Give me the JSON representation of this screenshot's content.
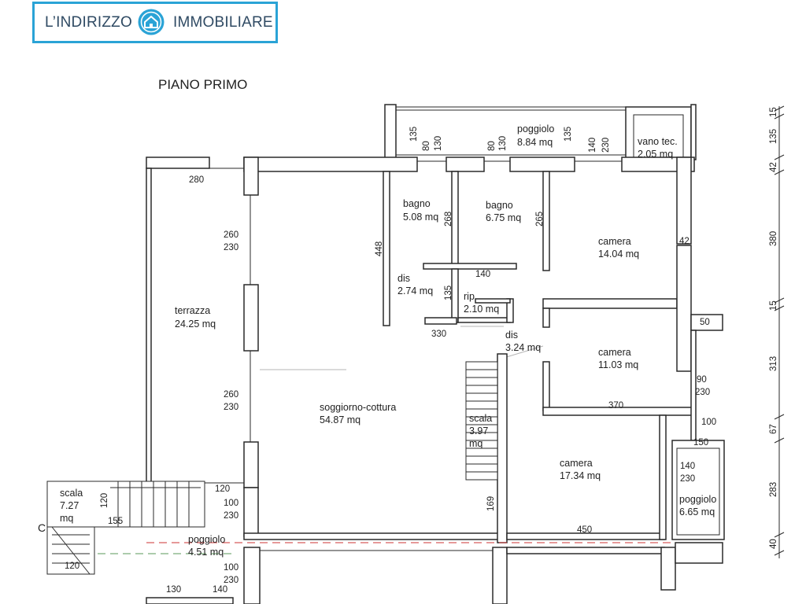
{
  "logo": {
    "left_text": "L’INDIRIZZO",
    "right_text": "IMMOBILIARE",
    "icon": "house-in-circle-icon",
    "color": "#2aa3d6"
  },
  "plan_title": "PIANO PRIMO",
  "rooms": {
    "poggiolo_top": {
      "name": "poggiolo",
      "area": "8.84 mq"
    },
    "vano_tec": {
      "name": "vano tec.",
      "area": "2.05 mq"
    },
    "bagno_1": {
      "name": "bagno",
      "area": "5.08 mq"
    },
    "bagno_2": {
      "name": "bagno",
      "area": "6.75 mq"
    },
    "camera_1": {
      "name": "camera",
      "area": "14.04 mq"
    },
    "camera_2": {
      "name": "camera",
      "area": "11.03 mq"
    },
    "camera_3": {
      "name": "camera",
      "area": "17.34 mq"
    },
    "dis_1": {
      "name": "dis",
      "area": "2.74 mq"
    },
    "dis_2": {
      "name": "dis",
      "area": "3.24 mq"
    },
    "rip": {
      "name": "rip",
      "area": "2.10 mq"
    },
    "terrazza": {
      "name": "terrazza",
      "area": "24.25 mq"
    },
    "soggiorno": {
      "name": "soggiorno-cottura",
      "area": "54.87 mq"
    },
    "scala_inner": {
      "name": "scala",
      "area_value": "3.97",
      "area_unit": "mq"
    },
    "scala_outer": {
      "name": "scala",
      "area_value": "7.27",
      "area_unit": "mq"
    },
    "poggiolo_bottom": {
      "name": "poggiolo",
      "area": "4.51 mq"
    },
    "poggiolo_right": {
      "name": "poggiolo",
      "area": "6.65 mq"
    }
  },
  "section_marker": "C",
  "dimensions": {
    "top_135": "135",
    "top_80a": "80",
    "top_130a": "130",
    "top_80b": "80",
    "top_130b": "130",
    "top_135b": "135",
    "top_140": "140",
    "top_230": "230",
    "terr_280": "280",
    "terr_260a": "260",
    "terr_230a": "230",
    "terr_260b": "260",
    "terr_230b": "230",
    "v448": "448",
    "v268": "268",
    "v265": "265",
    "h42": "42",
    "h140": "140",
    "v135": "135",
    "h330": "330",
    "h370": "370",
    "h50": "50",
    "h90": "90",
    "h230c": "230",
    "h100": "100",
    "h150": "150",
    "h140b": "140",
    "h230d": "230",
    "h450": "450",
    "v169": "169",
    "bl_120": "120",
    "bl_100a": "100",
    "bl_230a": "230",
    "bl_100b": "100",
    "bl_230b": "230",
    "bl_130": "130",
    "bl_140": "140",
    "sc_120a": "120",
    "sc_120b": "120",
    "sc_155": "155",
    "right_15a": "15",
    "right_135": "135",
    "right_42": "42",
    "right_380": "380",
    "right_15b": "15",
    "right_313": "313",
    "right_67": "67",
    "right_283": "283",
    "right_40": "40"
  }
}
